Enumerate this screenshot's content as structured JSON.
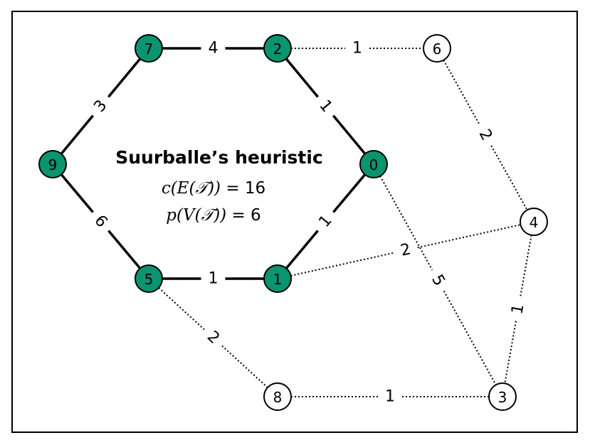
{
  "diagram": {
    "title": "Suurballe’s heuristic",
    "formula_cost": {
      "prefix": "c(E(",
      "symbol": "𝒯",
      "suffix": ")) = ",
      "value": "16"
    },
    "formula_nodes": {
      "prefix": "p(V(",
      "symbol": "𝒯",
      "suffix": ")) = ",
      "value": "6"
    },
    "colors": {
      "selected_fill": "#0a9470",
      "unselected_fill": "#ffffff",
      "stroke": "#000000"
    },
    "nodes": [
      {
        "id": "0",
        "label": "0",
        "selected": true
      },
      {
        "id": "1",
        "label": "1",
        "selected": true
      },
      {
        "id": "2",
        "label": "2",
        "selected": true
      },
      {
        "id": "3",
        "label": "3",
        "selected": false
      },
      {
        "id": "4",
        "label": "4",
        "selected": false
      },
      {
        "id": "5",
        "label": "5",
        "selected": true
      },
      {
        "id": "6",
        "label": "6",
        "selected": false
      },
      {
        "id": "7",
        "label": "7",
        "selected": true
      },
      {
        "id": "8",
        "label": "8",
        "selected": false
      },
      {
        "id": "9",
        "label": "9",
        "selected": true
      }
    ],
    "edges": [
      {
        "from": "7",
        "to": "2",
        "weight": "4",
        "style": "solid"
      },
      {
        "from": "2",
        "to": "0",
        "weight": "1",
        "style": "solid"
      },
      {
        "from": "0",
        "to": "1",
        "weight": "1",
        "style": "solid"
      },
      {
        "from": "1",
        "to": "5",
        "weight": "1",
        "style": "solid"
      },
      {
        "from": "5",
        "to": "9",
        "weight": "6",
        "style": "solid"
      },
      {
        "from": "9",
        "to": "7",
        "weight": "3",
        "style": "solid"
      },
      {
        "from": "2",
        "to": "6",
        "weight": "1",
        "style": "dotted"
      },
      {
        "from": "6",
        "to": "4",
        "weight": "2",
        "style": "dotted"
      },
      {
        "from": "1",
        "to": "4",
        "weight": "2",
        "style": "dotted"
      },
      {
        "from": "0",
        "to": "3",
        "weight": "5",
        "style": "dotted"
      },
      {
        "from": "4",
        "to": "3",
        "weight": "1",
        "style": "dotted"
      },
      {
        "from": "5",
        "to": "8",
        "weight": "2",
        "style": "dotted"
      },
      {
        "from": "8",
        "to": "3",
        "weight": "1",
        "style": "dotted"
      }
    ]
  }
}
